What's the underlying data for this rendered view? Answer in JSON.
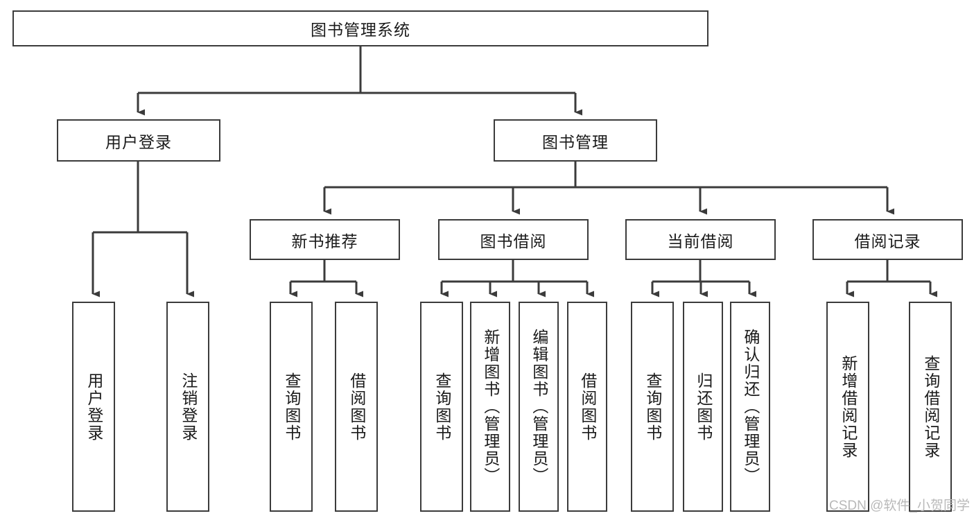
{
  "diagram": {
    "type": "tree-hierarchy",
    "title": "图书管理系统",
    "root": {
      "label": "图书管理系统"
    },
    "level1": [
      {
        "label": "用户登录"
      },
      {
        "label": "图书管理"
      }
    ],
    "level2": [
      {
        "label": "新书推荐"
      },
      {
        "label": "图书借阅"
      },
      {
        "label": "当前借阅"
      },
      {
        "label": "借阅记录"
      }
    ],
    "leaves": {
      "user_login": [
        {
          "label": "用户登录"
        },
        {
          "label": "注销登录"
        }
      ],
      "new_book_recommend": [
        {
          "label": "查询图书"
        },
        {
          "label": "借阅图书"
        }
      ],
      "book_borrow": [
        {
          "label": "查询图书"
        },
        {
          "label": "新增图书（管理员）"
        },
        {
          "label": "编辑图书（管理员）"
        },
        {
          "label": "借阅图书"
        }
      ],
      "current_borrow": [
        {
          "label": "查询图书"
        },
        {
          "label": "归还图书"
        },
        {
          "label": "确认归还（管理员）"
        }
      ],
      "borrow_record": [
        {
          "label": "新增借阅记录"
        },
        {
          "label": "查询借阅记录"
        }
      ]
    }
  },
  "watermark": {
    "text": "CSDN @软件_小贺同学"
  },
  "colors": {
    "border": "#3b3b3b",
    "background": "#ffffff",
    "text": "#1a1a1a",
    "watermark": "#b9b9b9"
  }
}
